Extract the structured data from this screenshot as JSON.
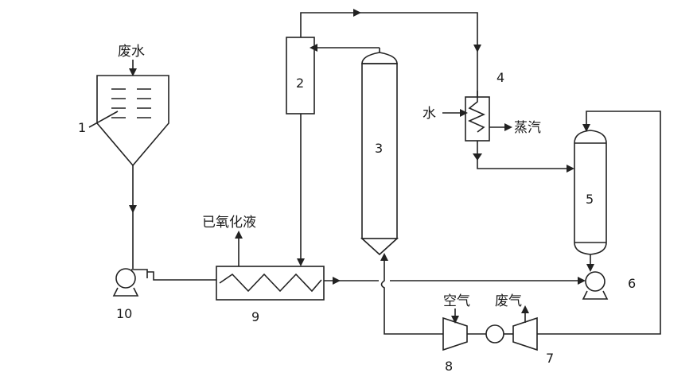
{
  "labels": {
    "wastewater": "废水",
    "oxidized_liquid": "已氧化液",
    "water": "水",
    "steam": "蒸汽",
    "air": "空气",
    "exhaust_gas": "废气"
  },
  "equipment_numbers": {
    "n1": "1",
    "n2": "2",
    "n3": "3",
    "n4": "4",
    "n5": "5",
    "n6": "6",
    "n7": "7",
    "n8": "8",
    "n9": "9",
    "n10": "10"
  }
}
